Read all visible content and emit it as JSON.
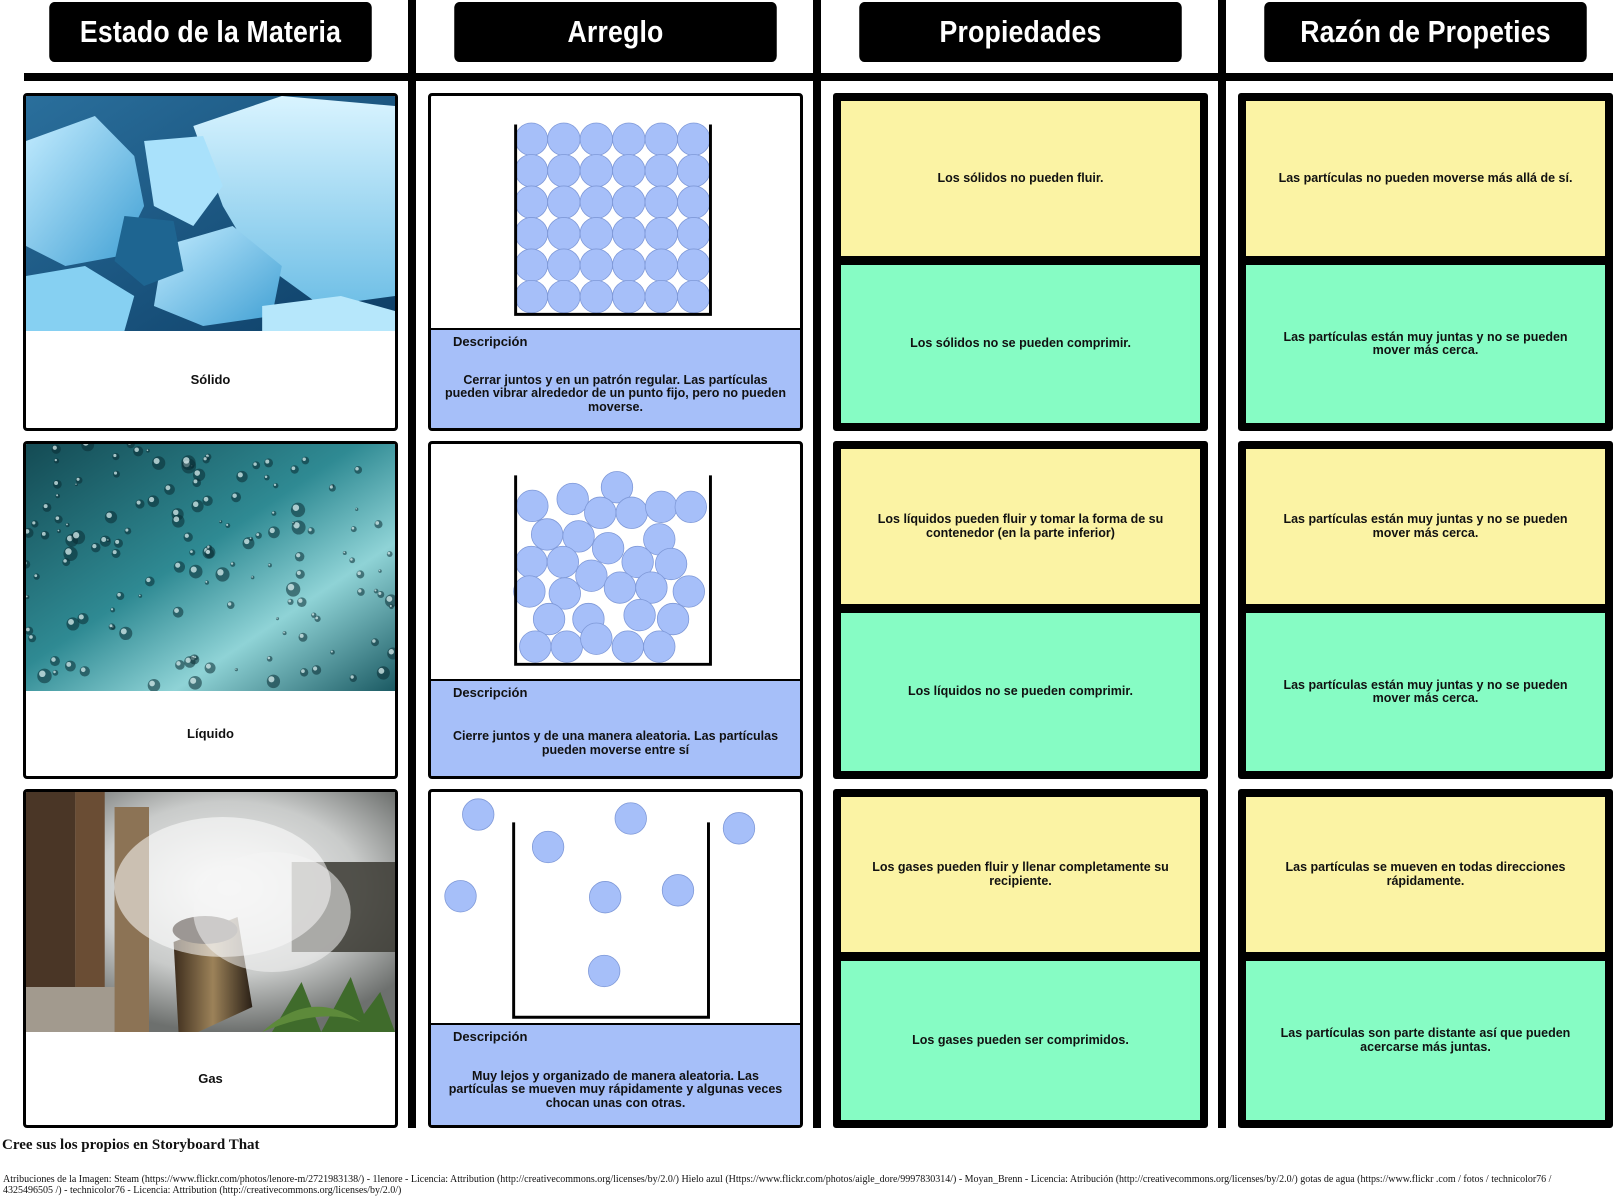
{
  "headers": {
    "state": "Estado de la Materia",
    "arrangement": "Arreglo",
    "properties": "Propiedades",
    "reasons": "Razón de Propeties"
  },
  "rows": [
    {
      "state_label": "Sólido",
      "photo_subject": "blue-ice",
      "desc_title": "Descripción",
      "desc_text": "Cerrar juntos y en un patrón regular. Las partículas pueden vibrar alrededor de un punto fijo, pero no pueden moverse.",
      "prop_1": "Los sólidos no pueden fluir.",
      "prop_2": "Los sólidos no se pueden comprimir.",
      "reason_1": "Las partículas no pueden moverse más allá de sí.",
      "reason_2": "Las partículas están muy juntas y no se pueden mover más cerca."
    },
    {
      "state_label": "Líquido",
      "photo_subject": "water-drops",
      "desc_title": "Descripción",
      "desc_text": "Cierre juntos y de una manera aleatoria. Las partículas pueden moverse entre sí",
      "prop_1": "Los líquidos pueden fluir y tomar la forma de su contenedor (en la parte inferior)",
      "prop_2": "Los líquidos no se pueden comprimir.",
      "reason_1": "Las partículas están muy juntas y no se pueden mover más cerca.",
      "reason_2": "Las partículas están muy juntas y no se pueden mover más cerca."
    },
    {
      "state_label": "Gas",
      "photo_subject": "steam",
      "desc_title": "Descripción",
      "desc_text": "Muy lejos y organizado de manera aleatoria. Las partículas se mueven muy rápidamente y algunas veces chocan unas con otras.",
      "prop_1": "Los gases pueden fluir y llenar completamente su recipiente.",
      "prop_2": "Los gases pueden ser comprimidos.",
      "reason_1": "Las partículas se mueven en todas direcciones rápidamente.",
      "reason_2": "Las partículas son parte distante así que pueden acercarse más juntas."
    }
  ],
  "colors": {
    "particle_fill": "#a6bff9",
    "desc_bg": "#a6bff9",
    "yellow_box": "#fbf3a4",
    "green_box": "#86fcc4",
    "header_bg": "#000000"
  },
  "footer": {
    "title": "Cree sus los propios en Storyboard That",
    "attribution": "Atribuciones de la Imagen: Steam (https://www.flickr.com/photos/lenore-m/2721983138/) - 1lenore - Licencia: Attribution (http://creativecommons.org/licenses/by/2.0/) Hielo azul (Https://www.flickr.com/photos/aigle_dore/9997830314/) - Moyan_Brenn - Licencia: Atribución (http://creativecommons.org/licenses/by/2.0/) gotas de agua (https://www.flickr .com / fotos / technicolor76 / 4325496505 /) - technicolor76 - Licencia: Attribution (http://creativecommons.org/licenses/by/2.0/)"
  }
}
